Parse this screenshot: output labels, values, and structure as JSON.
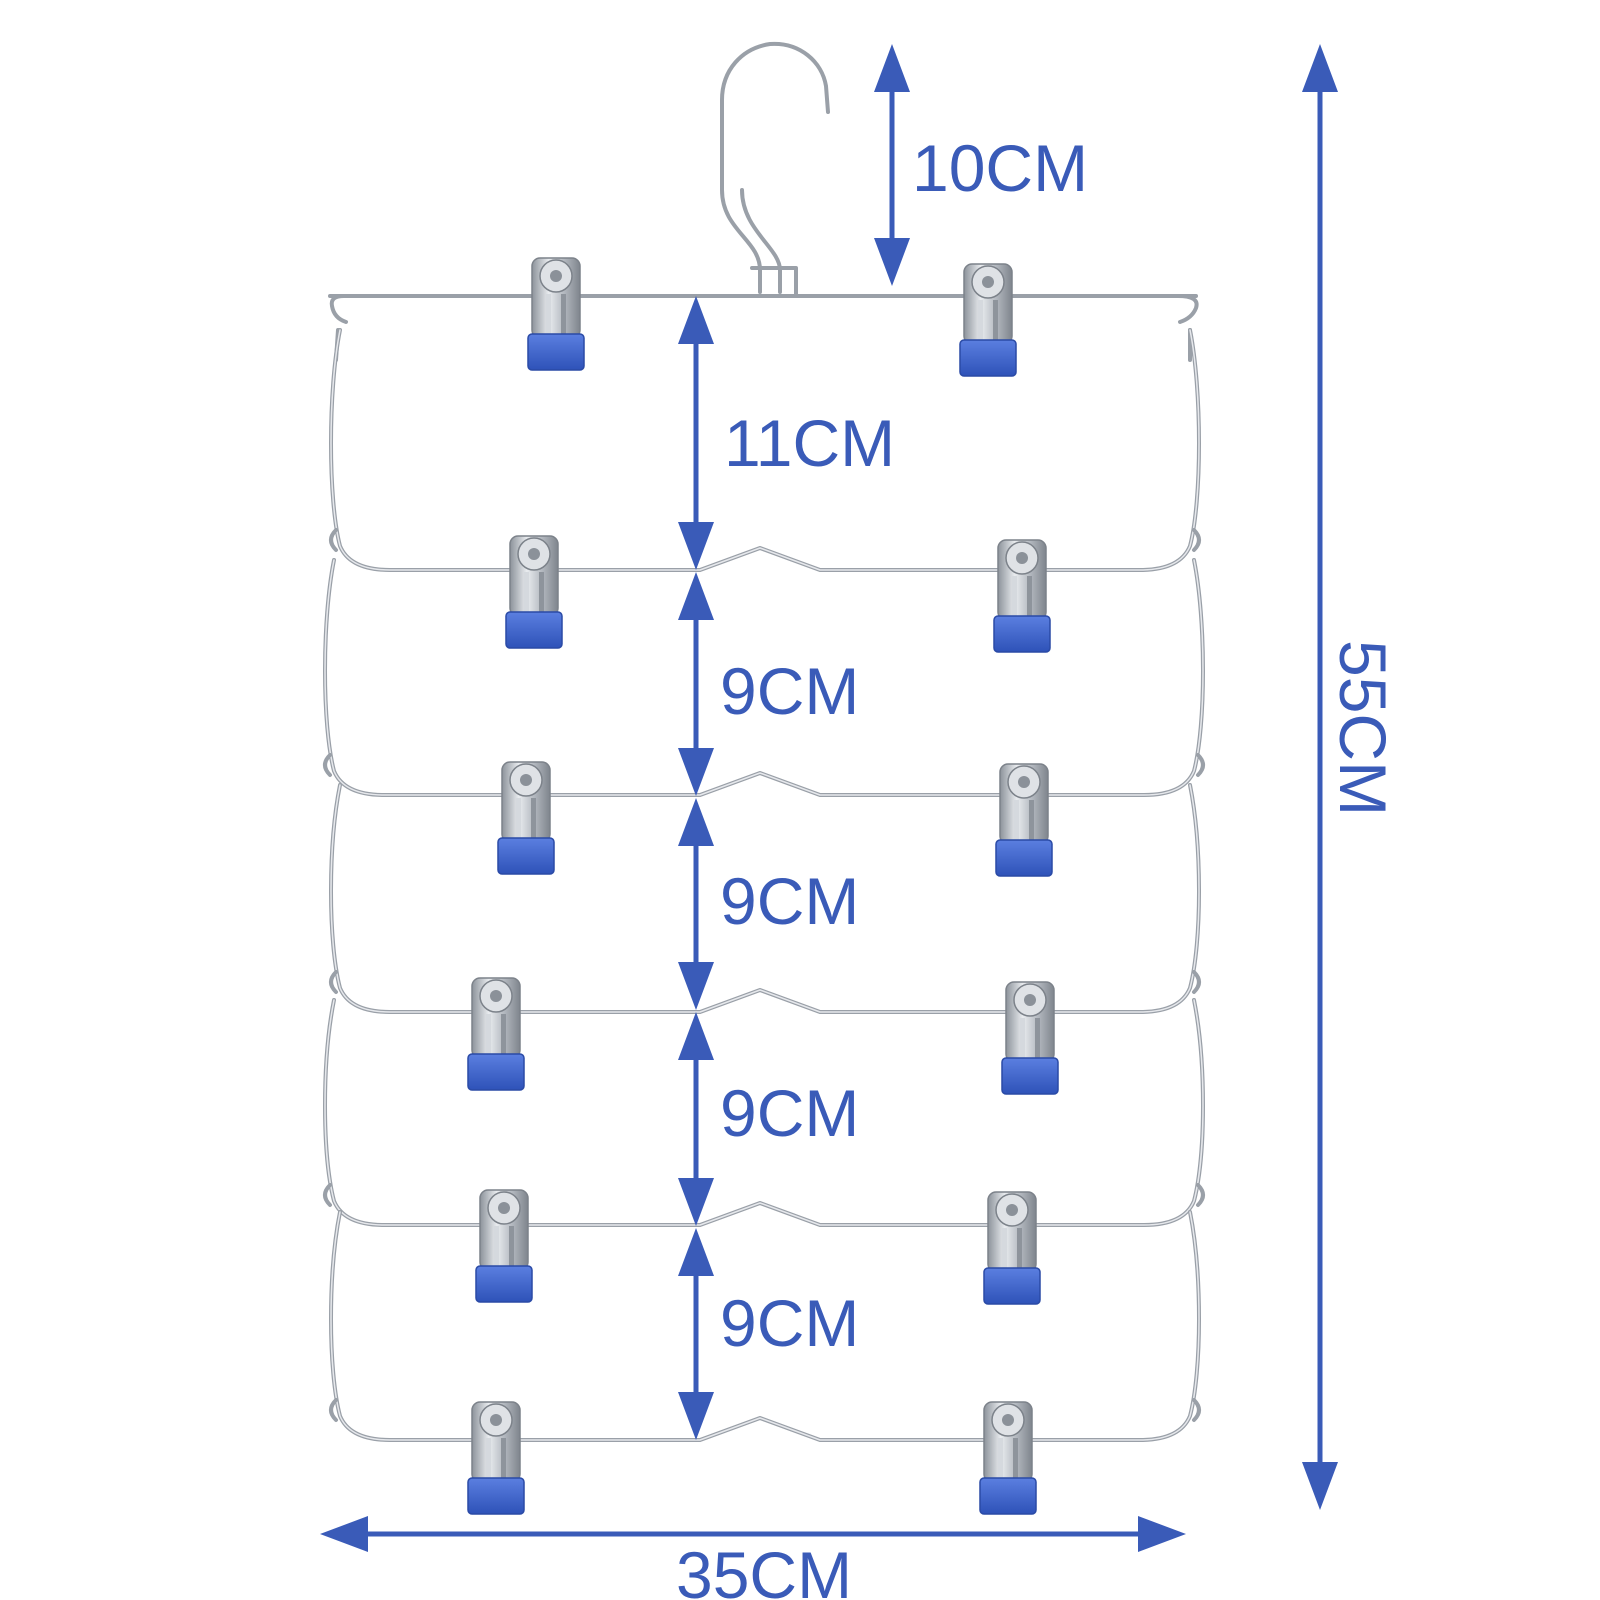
{
  "colors": {
    "accent": "#3a5bb8",
    "clip_metal": "#b9bec6",
    "clip_pad": "#3d63c9",
    "wire": "#9aa0a8"
  },
  "dimensions": {
    "hook_height": "10CM",
    "tier_gap_1": "11CM",
    "tier_gap_2": "9CM",
    "tier_gap_3": "9CM",
    "tier_gap_4": "9CM",
    "tier_gap_5": "9CM",
    "total_height": "55CM",
    "total_width": "35CM"
  },
  "icons": [
    "hanger-hook-icon",
    "swing-arm-bar-icon",
    "clip-icon",
    "double-arrow-icon"
  ]
}
